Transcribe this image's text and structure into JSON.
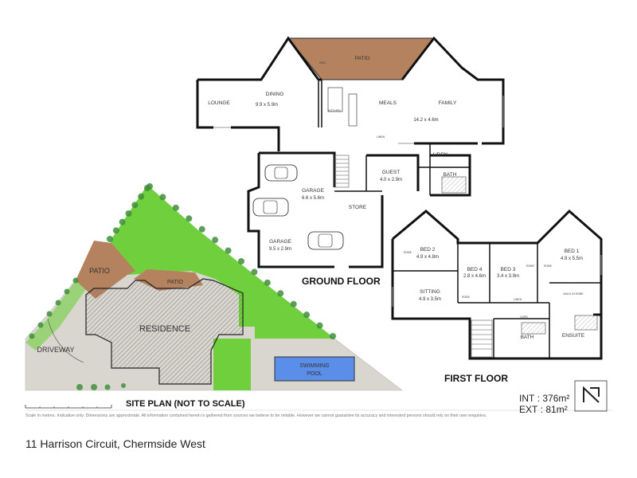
{
  "ground_floor": {
    "title": "GROUND FLOOR",
    "rooms": [
      {
        "label": "PATIO",
        "dims": ""
      },
      {
        "label": "LOUNGE",
        "dims": ""
      },
      {
        "label": "DINING",
        "dims": "9.9 x 5.9m"
      },
      {
        "label": "KITCHEN",
        "dims": ""
      },
      {
        "label": "MEALS",
        "dims": ""
      },
      {
        "label": "FAMILY",
        "dims": "14.2 x 4.6m"
      },
      {
        "label": "L'DRY",
        "dims": ""
      },
      {
        "label": "BATH",
        "dims": ""
      },
      {
        "label": "GUEST",
        "dims": "4.0 x 2.9m"
      },
      {
        "label": "GARAGE",
        "dims": "6.6 x 5.6m"
      },
      {
        "label": "STORE",
        "dims": ""
      },
      {
        "label": "GARAGE",
        "dims": "9.5 x 2.9m"
      }
    ],
    "small_labels": [
      "BBQ",
      "LINEN"
    ]
  },
  "first_floor": {
    "title": "FIRST FLOOR",
    "rooms": [
      {
        "label": "BED 2",
        "dims": "4.9 x 4.8m"
      },
      {
        "label": "BED 4",
        "dims": "2.8 x 4.6m"
      },
      {
        "label": "BED 3",
        "dims": "3.4 x 3.9m"
      },
      {
        "label": "BED 1",
        "dims": "4.9 x 5.5m"
      },
      {
        "label": "SITTING",
        "dims": "4.9 x 3.5m"
      },
      {
        "label": "LINEN",
        "dims": ""
      },
      {
        "label": "BATH",
        "dims": ""
      },
      {
        "label": "ENSUITE",
        "dims": ""
      }
    ],
    "small_labels": [
      "ROBE",
      "ROBE",
      "ROBE",
      "ROBE",
      "CUPD",
      "WALK IN ROBE"
    ]
  },
  "site_plan": {
    "title": "SITE PLAN (NOT TO SCALE)",
    "labels": {
      "patio_left": "PATIO",
      "patio_right": "PATIO",
      "residence": "RESIDENCE",
      "driveway": "DRIVEWAY",
      "pool": "SWIMMING POOL"
    }
  },
  "areas": {
    "int_label": "INT",
    "int_value": ": 376m²",
    "ext_label": "EXT",
    "ext_value": ": 81m²"
  },
  "disclaimer": "Scale in metres. Indicative only. Dimensions are approximate. All information contained herein is gathered from sources we believe to be reliable. However we cannot guarantee its accuracy and interested persons should rely on their own enquiries.",
  "address": "11 Harrison Circuit, Chermside West",
  "colors": {
    "lawn": "#6fcf3c",
    "patio": "#b5825f",
    "pool": "#5a8ee8",
    "paving": "#d9d6cf",
    "tree": "#3f8f3a"
  }
}
